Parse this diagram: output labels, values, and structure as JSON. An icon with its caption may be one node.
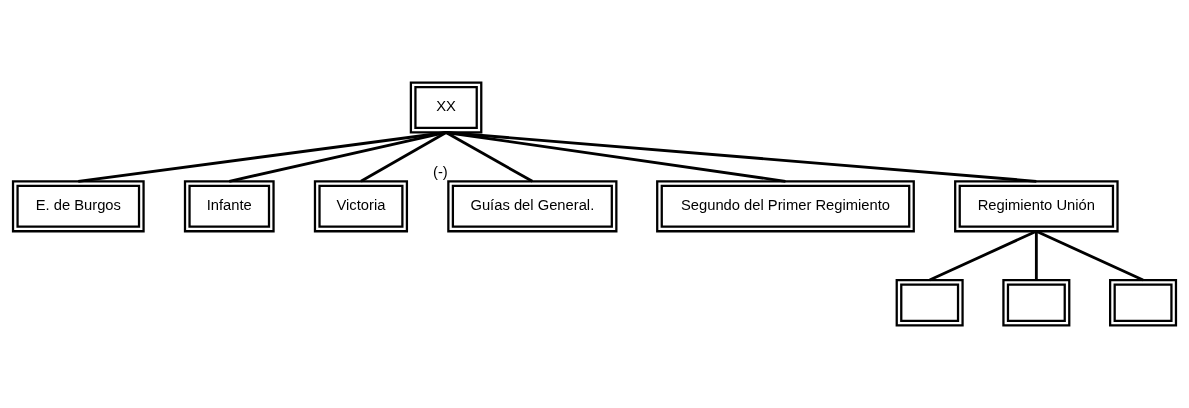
{
  "diagram": {
    "nodes": [
      {
        "text": [
          "XX"
        ]
      },
      {
        "text": [
          "E. de Burgos"
        ]
      },
      {
        "text": [
          "Infante"
        ]
      },
      {
        "text": [
          "Victoria"
        ]
      },
      {
        "text": [
          "Guías del General."
        ],
        "beside": [
          "(-)"
        ]
      },
      {
        "text": [
          "Segundo del Primer Regimiento"
        ]
      },
      {
        "text": [
          "Regimiento Unión"
        ]
      },
      {
        "text": [],
        "shape": "box"
      },
      {
        "text": [],
        "shape": "box"
      },
      {
        "text": [],
        "shape": "box"
      }
    ],
    "edges": [
      {
        "from": 0,
        "to": 1,
        "arrow": "none"
      },
      {
        "from": 0,
        "to": 2,
        "arrow": "none"
      },
      {
        "from": 0,
        "to": 3,
        "arrow": "none"
      },
      {
        "from": 0,
        "to": 4,
        "arrow": "none"
      },
      {
        "from": 0,
        "to": 5,
        "arrow": "none"
      },
      {
        "from": 0,
        "to": 6,
        "arrow": "none"
      },
      {
        "from": 6,
        "to": 7,
        "arrow": "none"
      },
      {
        "from": 6,
        "to": 8,
        "arrow": "none"
      },
      {
        "from": 6,
        "to": 9,
        "arrow": "none"
      }
    ]
  }
}
